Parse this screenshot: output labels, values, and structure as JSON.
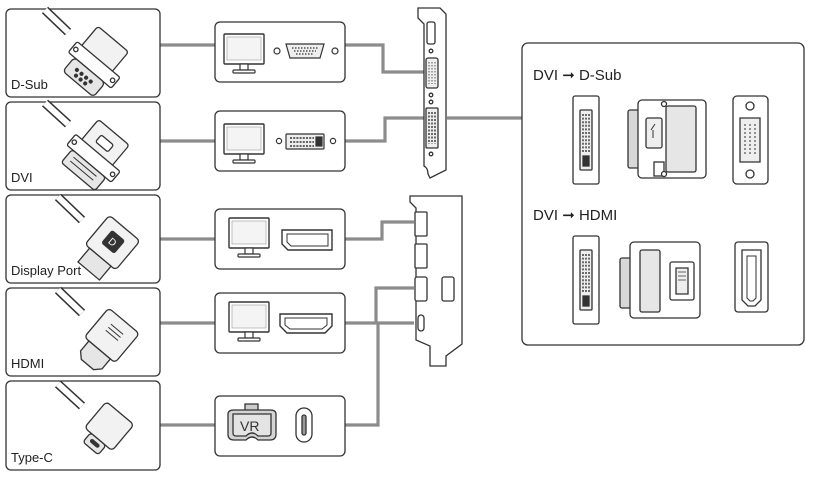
{
  "connectors": [
    {
      "label": "D-Sub",
      "icon": "dsub-cable-icon"
    },
    {
      "label": "DVI",
      "icon": "dvi-cable-icon"
    },
    {
      "label": "Display Port",
      "icon": "displayport-cable-icon"
    },
    {
      "label": "HDMI",
      "icon": "hdmi-cable-icon"
    },
    {
      "label": "Type-C",
      "icon": "typec-cable-icon"
    }
  ],
  "devices": {
    "vr_label": "VR"
  },
  "adapters": {
    "dvi_to_dsub": {
      "from": "DVI",
      "arrow": "➞",
      "to": "D-Sub"
    },
    "dvi_to_hdmi": {
      "from": "DVI",
      "arrow": "➞",
      "to": "HDMI"
    }
  },
  "colors": {
    "line": "#8c8c8c",
    "stroke": "#3a3a3a",
    "fill_gray": "#cfcfcf"
  }
}
